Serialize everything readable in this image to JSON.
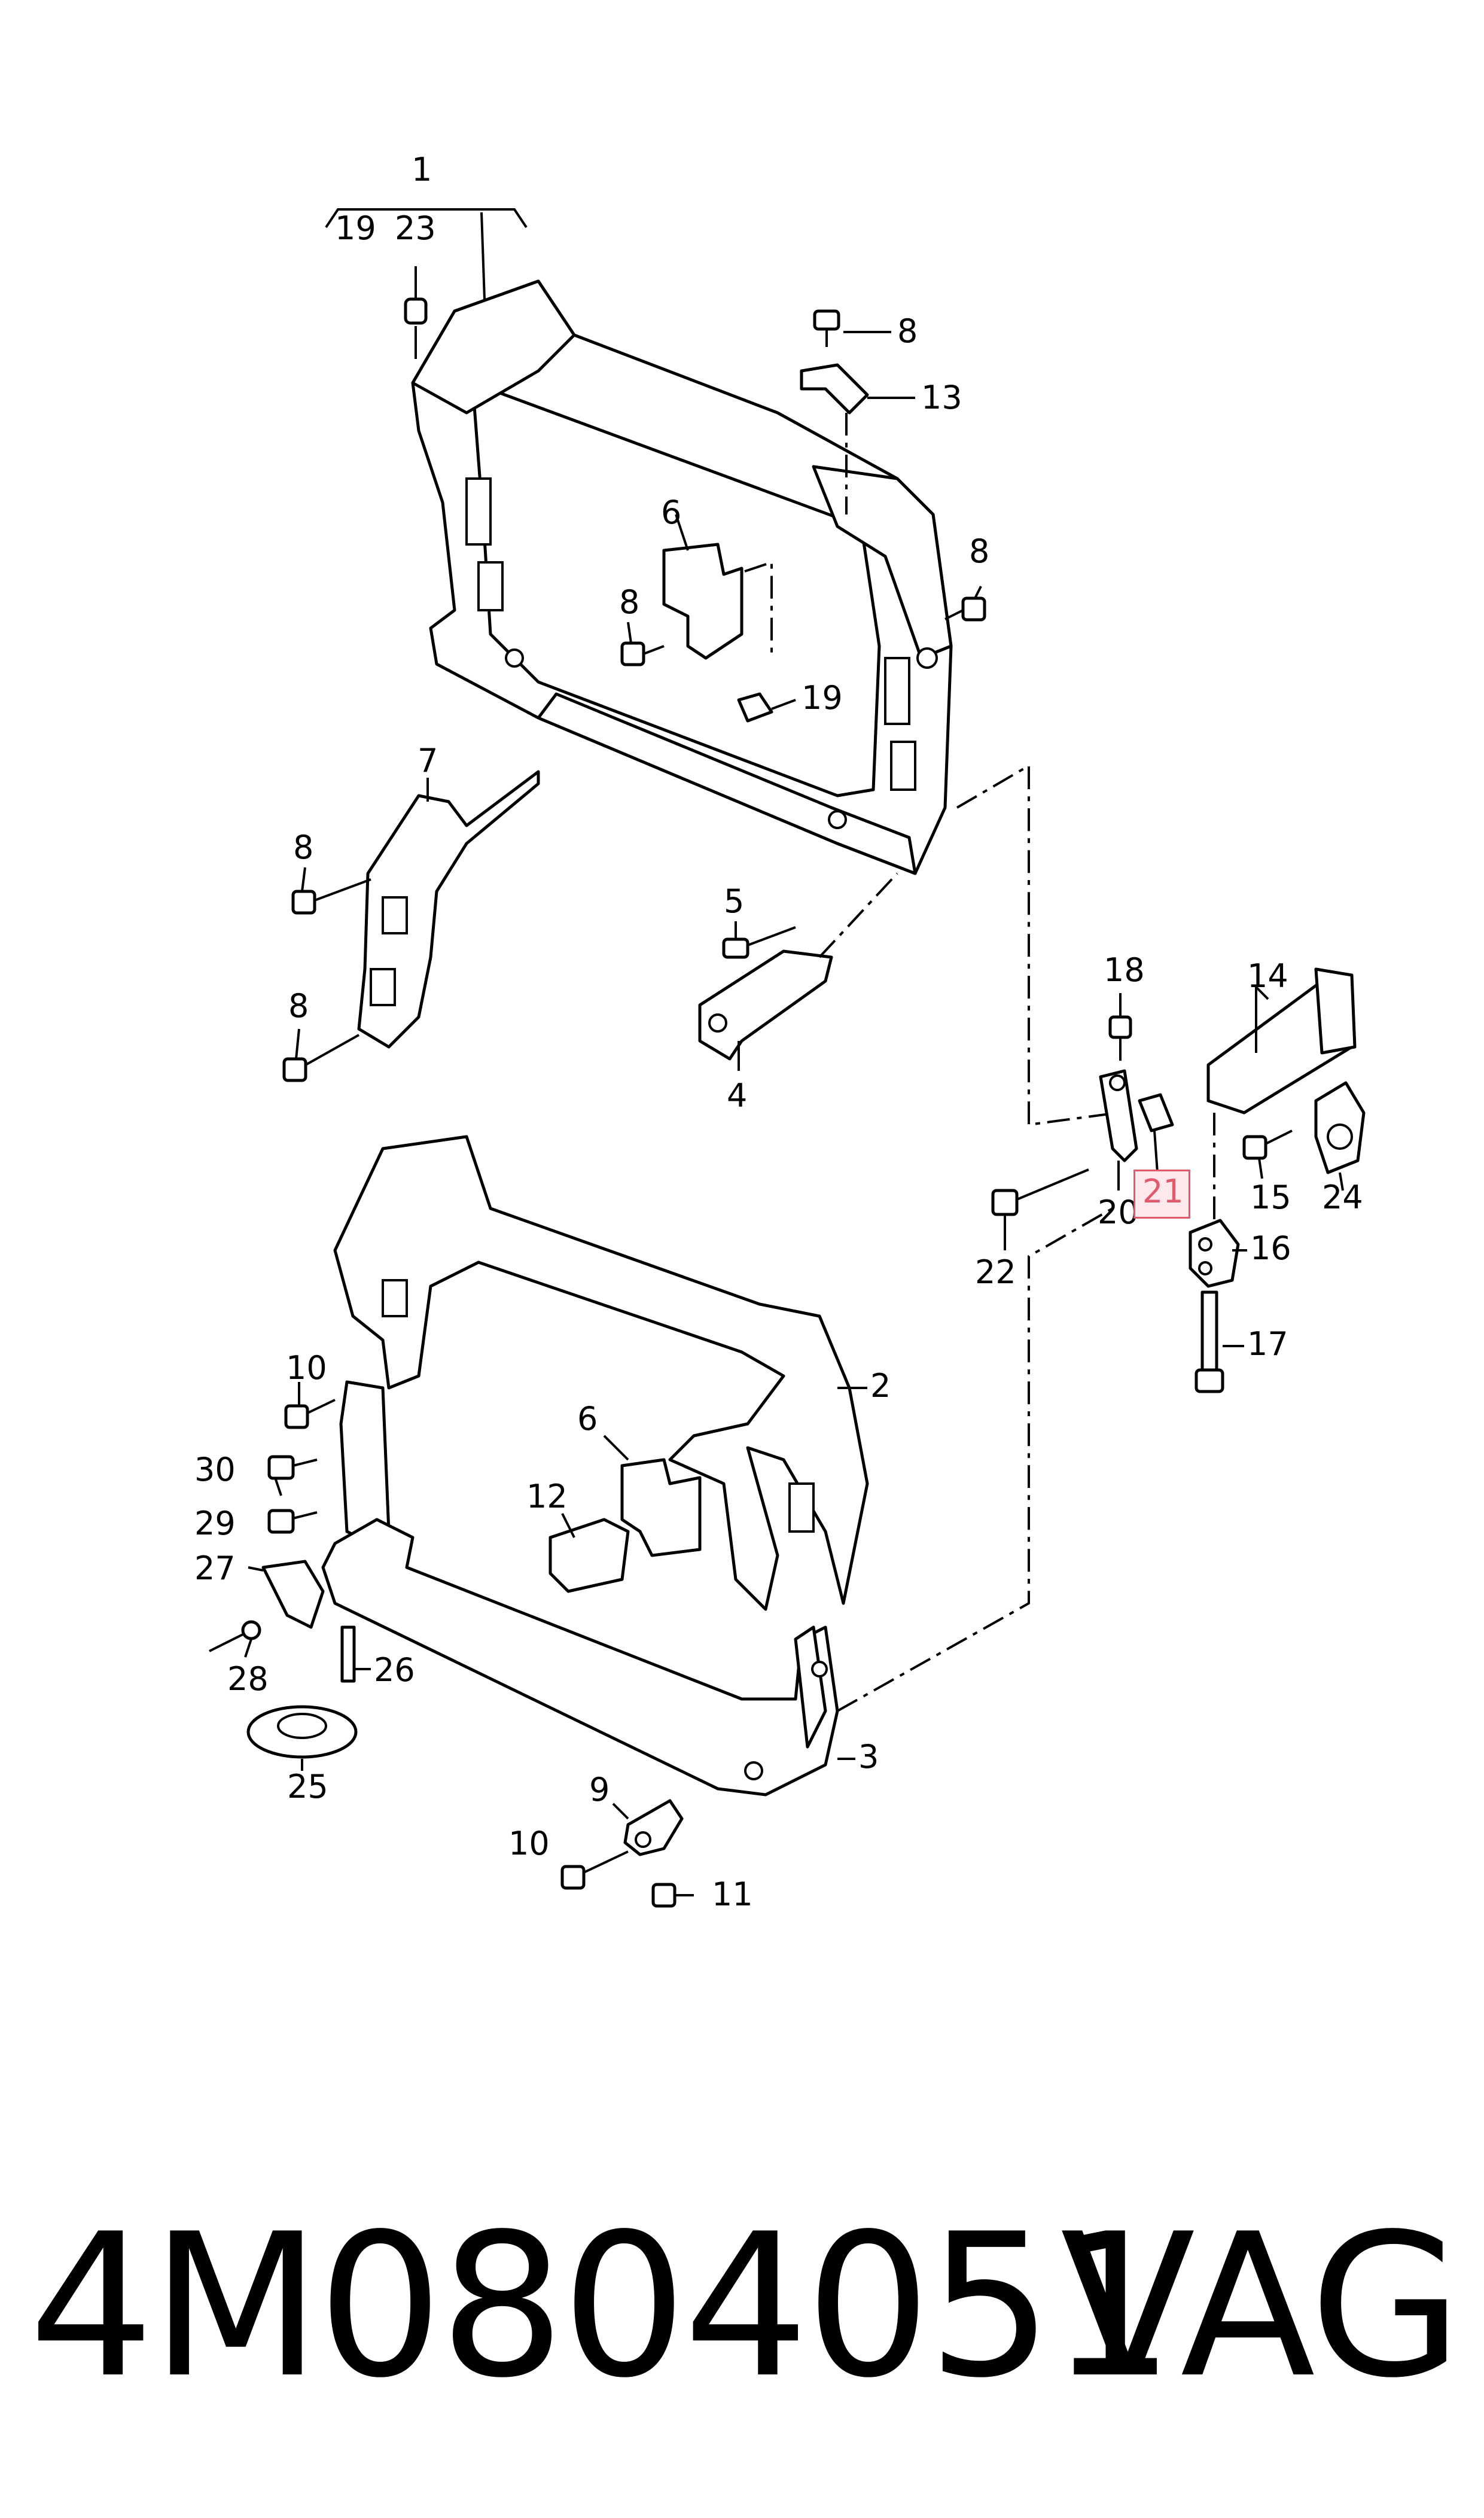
{
  "callouts": {
    "c1": "1",
    "c19a": "19",
    "c23": "23",
    "c8a": "8",
    "c13": "13",
    "c6a": "6",
    "c8b": "8",
    "c8c": "8",
    "c19b": "19",
    "c7": "7",
    "c8d": "8",
    "c8e": "8",
    "c5": "5",
    "c4": "4",
    "c18": "18",
    "c14": "14",
    "c20": "20",
    "c21": "21",
    "c15": "15",
    "c24": "24",
    "c22": "22",
    "c16": "16",
    "c17": "17",
    "c2": "2",
    "c10a": "10",
    "c6b": "6",
    "c12": "12",
    "c30": "30",
    "c29": "29",
    "c27": "27",
    "c28": "28",
    "c26": "26",
    "c25": "25",
    "c3": "3",
    "c9": "9",
    "c10b": "10",
    "c11": "11"
  },
  "highlighted_callout": "21",
  "highlight_color": "#e05a6e",
  "footer": {
    "part_number": "4M0804051",
    "brand": "VAG"
  }
}
